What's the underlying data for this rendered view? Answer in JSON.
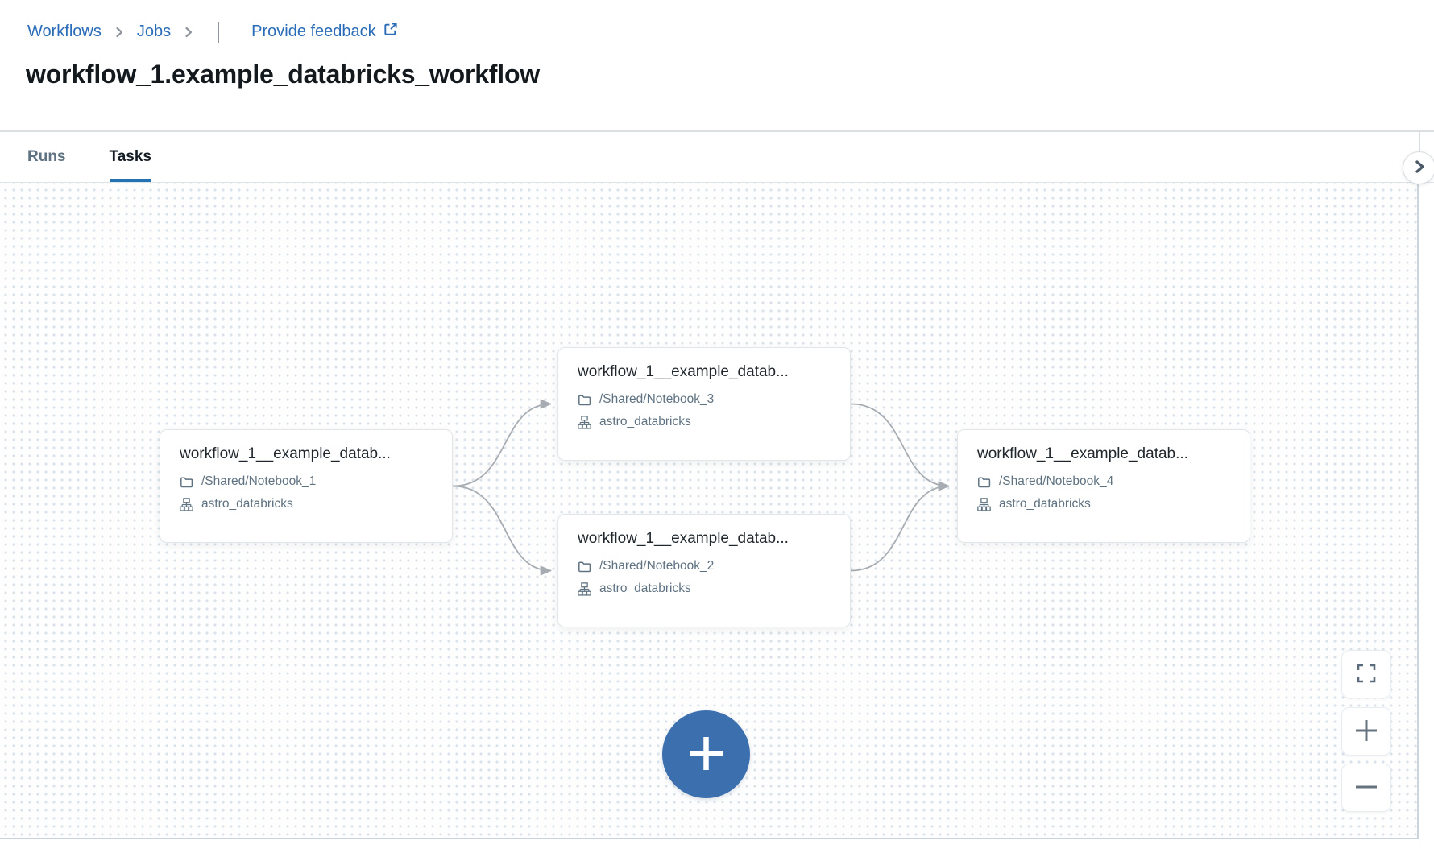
{
  "colors": {
    "accent_blue": "#2272b4",
    "link_blue": "#2a6cb8",
    "fab_blue": "#3c6fae",
    "text_dark": "#1f272d",
    "text_muted": "#5f7281",
    "edge_gray": "#a6acb2"
  },
  "breadcrumb": {
    "items": [
      {
        "label": "Workflows"
      },
      {
        "label": "Jobs"
      }
    ],
    "pipe": "|",
    "feedback_label": "Provide feedback"
  },
  "header": {
    "title": "workflow_1.example_databricks_workflow"
  },
  "tabs": [
    {
      "label": "Runs",
      "active": false
    },
    {
      "label": "Tasks",
      "active": true
    }
  ],
  "graph": {
    "nodes": [
      {
        "title": "workflow_1__example_datab...",
        "notebook_path": "/Shared/Notebook_1",
        "cluster": "astro_databricks"
      },
      {
        "title": "workflow_1__example_datab...",
        "notebook_path": "/Shared/Notebook_3",
        "cluster": "astro_databricks"
      },
      {
        "title": "workflow_1__example_datab...",
        "notebook_path": "/Shared/Notebook_2",
        "cluster": "astro_databricks"
      },
      {
        "title": "workflow_1__example_datab...",
        "notebook_path": "/Shared/Notebook_4",
        "cluster": "astro_databricks"
      }
    ],
    "edges_by_node_index": [
      [
        0,
        1
      ],
      [
        0,
        2
      ],
      [
        1,
        3
      ],
      [
        2,
        3
      ]
    ]
  },
  "icons": {
    "breadcrumb_separator": "chevron-right",
    "feedback": "external-link",
    "node_path": "folder",
    "node_cluster": "cluster-sitemap",
    "add_task": "plus",
    "collapse_panel": "chevron-right",
    "fullscreen": "corner-brackets",
    "zoom_in": "plus",
    "zoom_out": "minus"
  }
}
